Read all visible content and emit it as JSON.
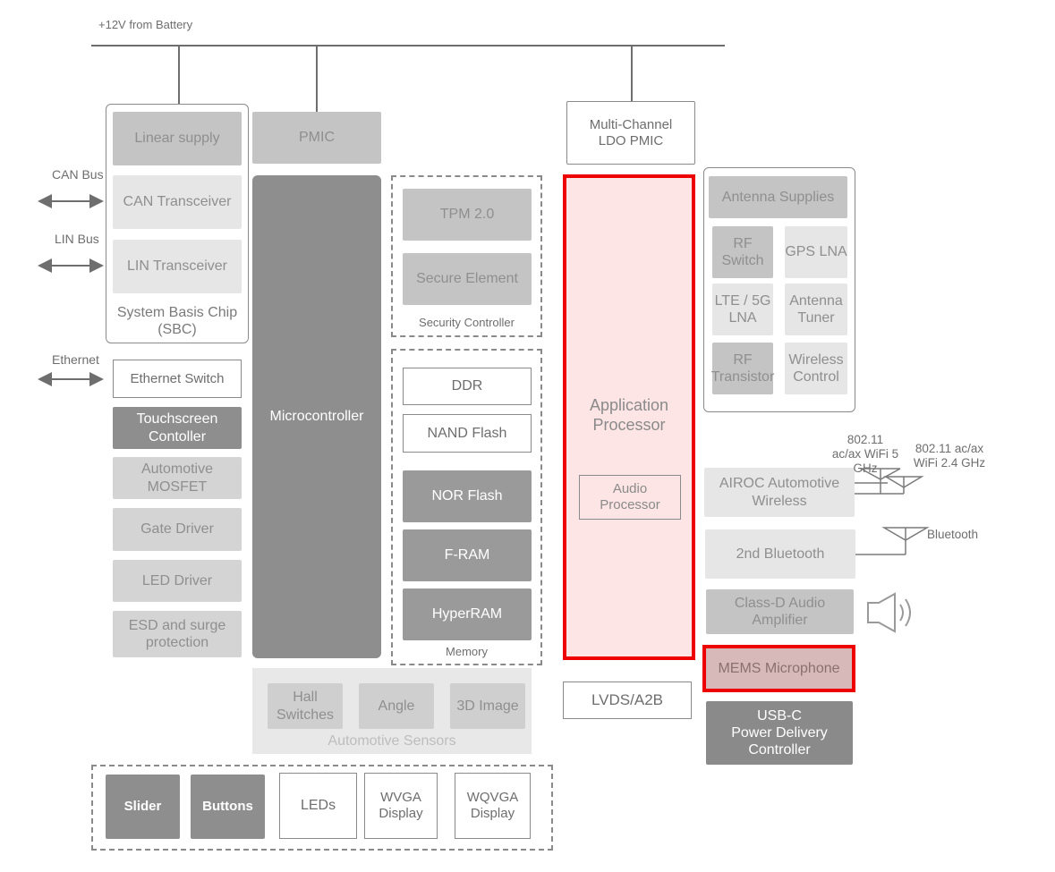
{
  "battery_label": "+12V from Battery",
  "interfaces": {
    "can_bus": "CAN Bus",
    "lin_bus": "LIN Bus",
    "ethernet": "Ethernet"
  },
  "sbc": {
    "label": "System Basis Chip\n(SBC)",
    "linear_supply": "Linear supply",
    "can_transceiver": "CAN Transceiver",
    "lin_transceiver": "LIN Transceiver"
  },
  "left_column": {
    "ethernet_switch": "Ethernet  Switch",
    "touchscreen_controller": "Touchscreen\nContoller",
    "automotive_mosfet": "Automotive\nMOSFET",
    "gate_driver": "Gate Driver",
    "led_driver": "LED Driver",
    "esd_protection": "ESD and surge\nprotection"
  },
  "pmic": "PMIC",
  "microcontroller": "Microcontroller",
  "security": {
    "label": "Security Controller",
    "tpm": "TPM 2.0",
    "secure_element": "Secure Element"
  },
  "memory": {
    "label": "Memory",
    "ddr": "DDR",
    "nand": "NAND Flash",
    "nor": "NOR Flash",
    "fram": "F-RAM",
    "hyperram": "HyperRAM"
  },
  "sensors": {
    "label": "Automotive Sensors",
    "hall": "Hall\nSwitches",
    "angle": "Angle",
    "image_3d": "3D Image"
  },
  "hmi": {
    "slider": "Slider",
    "buttons": "Buttons",
    "leds": "LEDs",
    "wvga": "WVGA\nDisplay",
    "wqvga": "WQVGA\nDisplay"
  },
  "ldo_pmic": "Multi-Channel\nLDO PMIC",
  "app_processor": "Application\nProcessor",
  "audio_processor": "Audio\nProcessor",
  "lvds": "LVDS/A2B",
  "rf": {
    "antenna_supplies": "Antenna Supplies",
    "rf_switch": "RF\nSwitch",
    "gps_lna": "GPS LNA",
    "lte_lna": "LTE / 5G\nLNA",
    "antenna_tuner": "Antenna\nTuner",
    "rf_transistor": "RF\nTransistor",
    "wireless_control": "Wireless\nControl"
  },
  "wireless": {
    "airoc": "AIROC Automotive\nWireless",
    "wifi5_label": "802.11\nac/ax WiFi 5\nGHz",
    "wifi24_label": "802.11 ac/ax\nWiFi 2.4 GHz",
    "bluetooth_2nd": "2nd Bluetooth",
    "bluetooth_label": "Bluetooth",
    "class_d": "Class-D Audio\nAmplifier",
    "mems": "MEMS Microphone",
    "usbc": "USB-C\nPower Delivery\nController"
  },
  "colors": {
    "highlight": "#ee0000",
    "app_processor_fill": "#fde5e5",
    "mems_fill": "#d7b9b9"
  }
}
